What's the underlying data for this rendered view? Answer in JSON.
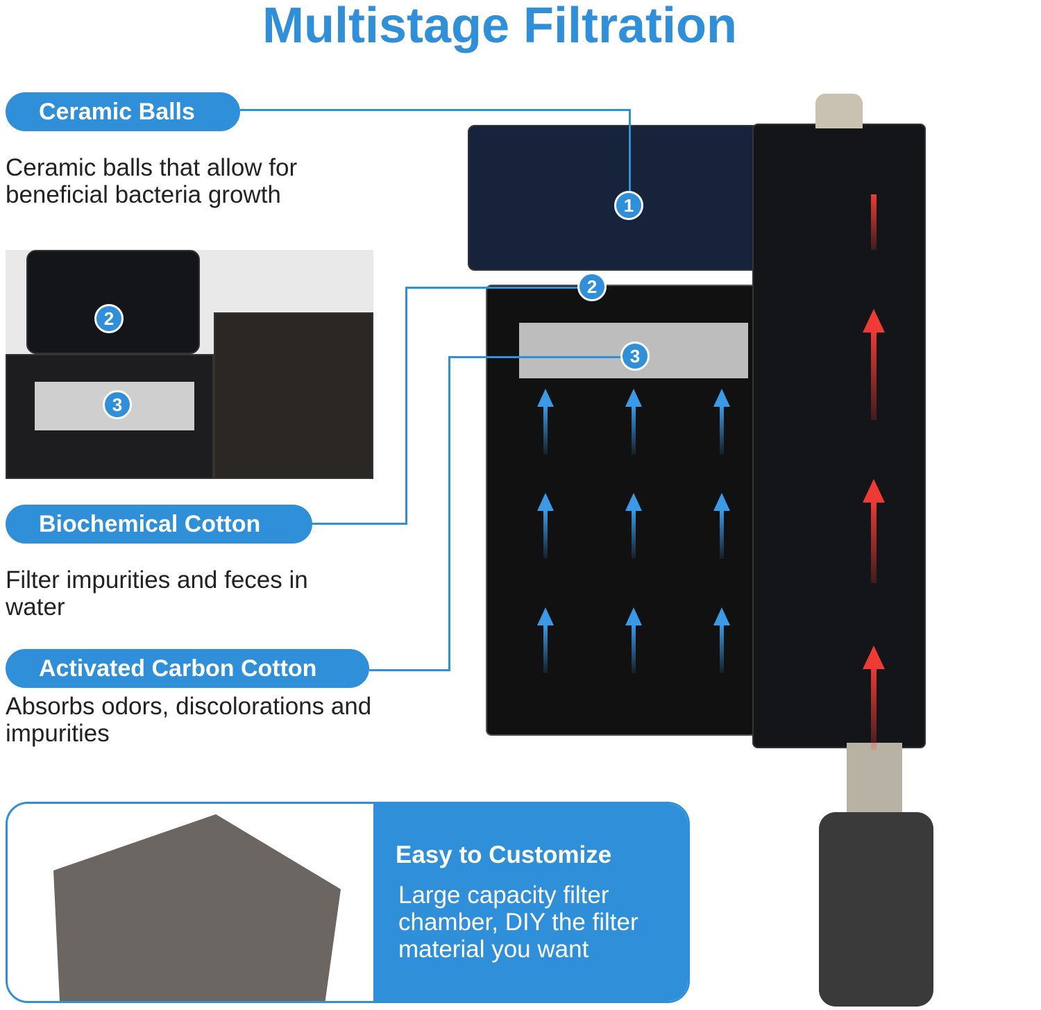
{
  "title": "Multistage Filtration",
  "stages": [
    {
      "label": "Ceramic Balls",
      "description": "Ceramic balls that allow for beneficial bacteria growth",
      "number": "1"
    },
    {
      "label": "Biochemical Cotton",
      "description": "Filter impurities and feces in water",
      "number": "2"
    },
    {
      "label": "Activated Carbon Cotton",
      "description": "Absorbs odors, discolorations and impurities",
      "number": "3"
    }
  ],
  "customize": {
    "heading": "Easy to Customize",
    "text": "Large capacity filter chamber, DIY the filter material you want"
  },
  "colors": {
    "accent": "#2f8fd8",
    "flow_red": "#ef3b35",
    "flow_blue": "#3a9ae6"
  }
}
